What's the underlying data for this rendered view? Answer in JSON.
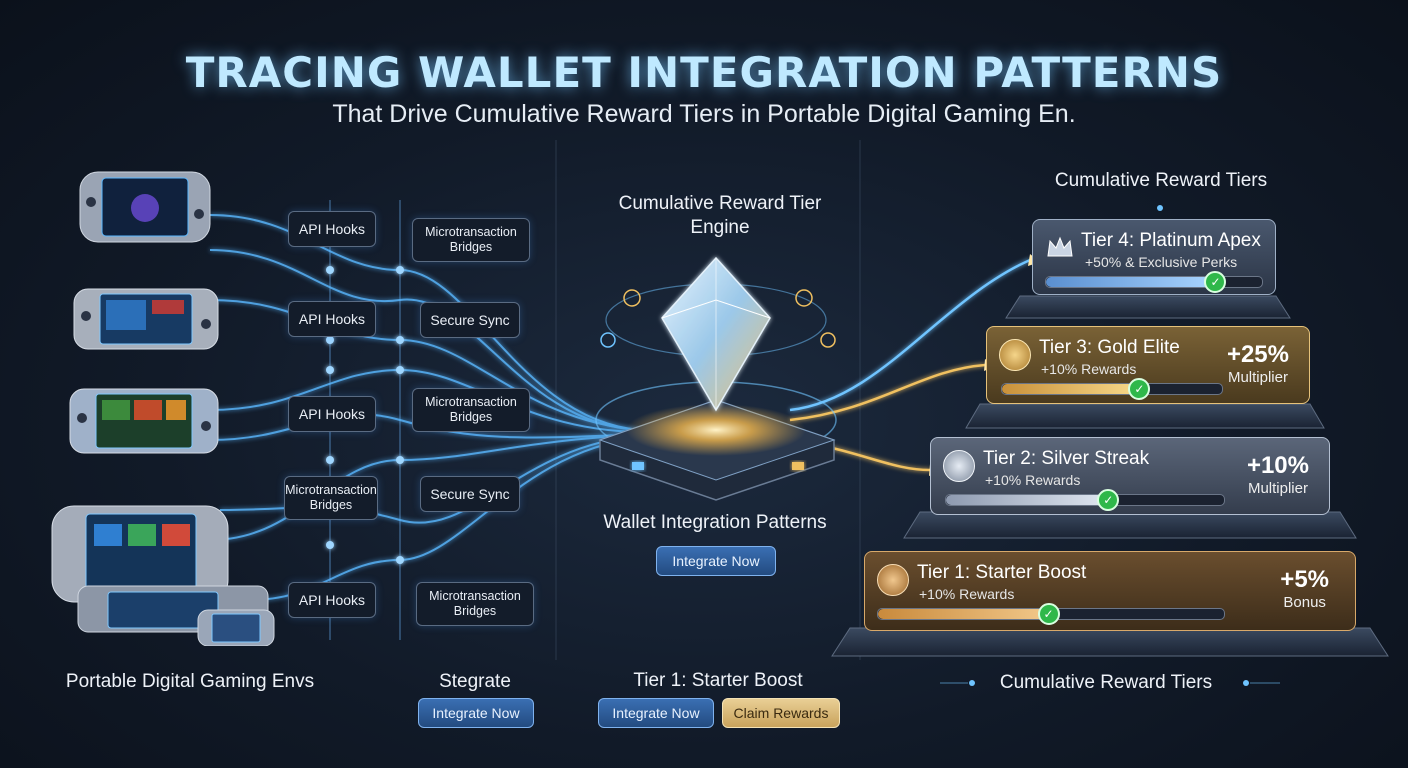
{
  "header": {
    "title": "TRACING WALLET INTEGRATION PATTERNS",
    "subtitle": "That Drive Cumulative Reward Tiers in Portable Digital Gaming En."
  },
  "left_chips": [
    "API Hooks",
    "API Hooks",
    "API Hooks",
    "Microtransaction Bridges",
    "API Hooks"
  ],
  "mid_chips": [
    "Microtransaction Bridges",
    "Secure Sync",
    "Microtransaction Bridges",
    "Secure Sync",
    "Microtransaction Bridges"
  ],
  "engine": {
    "title": "Cumulative Reward Tier Engine",
    "caption": "Wallet Integration Patterns",
    "button": "Integrate Now"
  },
  "tiers_heading": "Cumulative Reward Tiers",
  "tiers": [
    {
      "title": "Tier 4: Platinum Apex",
      "sub": "+50% & Exclusive Perks",
      "mult": "",
      "mult_label": "",
      "progress": 0.78,
      "icon": "crown-icon"
    },
    {
      "title": "Tier 3: Gold Elite",
      "sub": "+10% Rewards",
      "mult": "+25%",
      "mult_label": "Multiplier",
      "progress": 0.62,
      "icon": "gold-medal-icon"
    },
    {
      "title": "Tier 2: Silver Streak",
      "sub": "+10% Rewards",
      "mult": "+10%",
      "mult_label": "Multiplier",
      "progress": 0.58,
      "icon": "silver-medal-icon"
    },
    {
      "title": "Tier 1: Starter Boost",
      "sub": "+10% Rewards",
      "mult": "+5%",
      "mult_label": "Bonus",
      "progress": 0.49,
      "icon": "bronze-medal-icon"
    }
  ],
  "bottom": {
    "devices_label": "Portable Digital Gaming Envs",
    "stegrate_label": "Stegrate",
    "stegrate_button": "Integrate Now",
    "starter_label": "Tier 1: Starter Boost",
    "starter_button": "Integrate Now",
    "claim_button": "Claim Rewards",
    "tiers_label": "Cumulative Reward Tiers"
  },
  "colors": {
    "accent_blue": "#4fb3ff",
    "gold": "#d4a94f",
    "silver": "#a9b4c4",
    "bronze": "#c98a3c"
  }
}
